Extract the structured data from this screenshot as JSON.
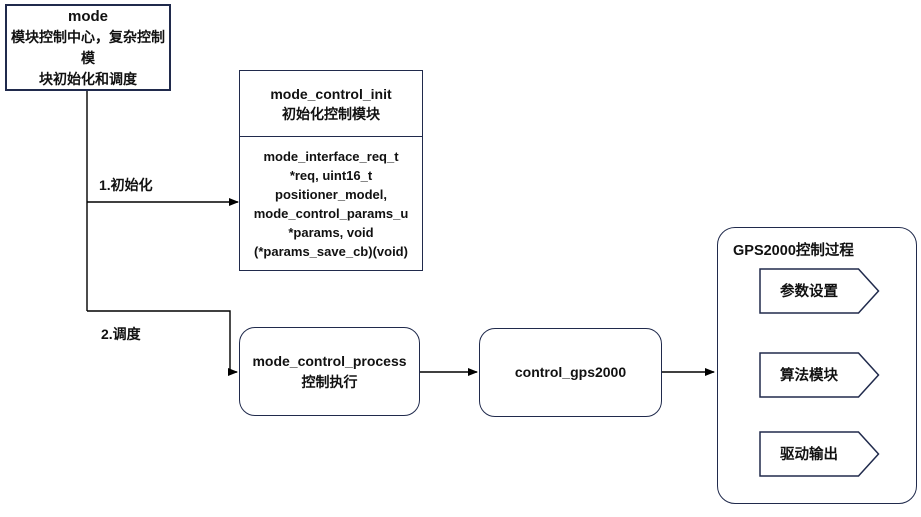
{
  "diagram": {
    "mode_node": {
      "title": "mode",
      "desc_line1": "模块控制中心，复杂控制模",
      "desc_line2": "块初始化和调度"
    },
    "edge_labels": {
      "init": "1.初始化",
      "schedule": "2.调度"
    },
    "init_node": {
      "title": "mode_control_init",
      "subtitle": "初始化控制模块",
      "signature_lines": [
        "mode_interface_req_t",
        "*req, uint16_t",
        "positioner_model,",
        "mode_control_params_u",
        "*params, void",
        "(*params_save_cb)(void)"
      ]
    },
    "process_node": {
      "title": "mode_control_process",
      "subtitle": "控制执行"
    },
    "gps_node": {
      "title": "control_gps2000"
    },
    "gps_group": {
      "title": "GPS2000控制过程",
      "steps": [
        "参数设置",
        "算法模块",
        "驱动输出"
      ]
    },
    "colors": {
      "node_border": "#202a4c",
      "connector": "#000000",
      "text": "#111111",
      "background": "#ffffff"
    }
  }
}
